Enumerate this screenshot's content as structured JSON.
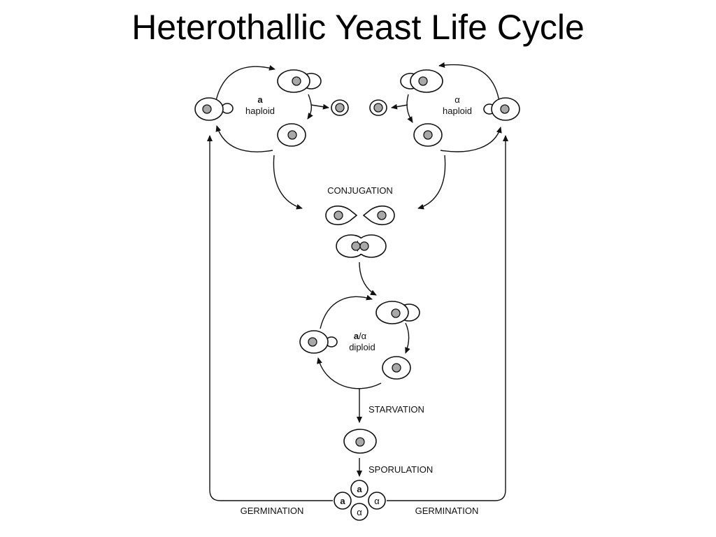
{
  "title": "Heterothallic Yeast Life Cycle",
  "labels": {
    "a_mating_type": "a",
    "a_ploidy": "haploid",
    "alpha_mating_type": "α",
    "alpha_ploidy": "haploid",
    "diploid_mating_type_a": "a",
    "diploid_mating_type_sep": "/α",
    "diploid_ploidy": "diploid",
    "conjugation": "CONJUGATION",
    "starvation": "STARVATION",
    "sporulation": "SPORULATION",
    "germination_left": "GERMINATION",
    "germination_right": "GERMINATION"
  },
  "spores": [
    "a",
    "a",
    "α",
    "α"
  ]
}
